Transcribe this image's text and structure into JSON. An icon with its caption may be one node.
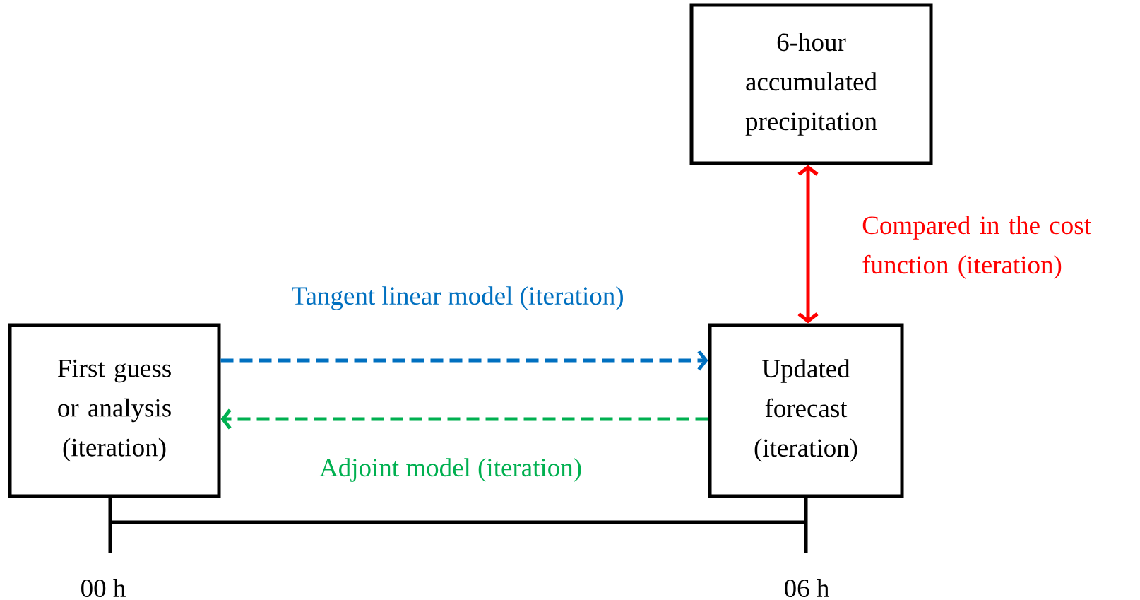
{
  "diagram": {
    "nodes": [
      {
        "text": [
          "First guess or analysis (iteration)"
        ]
      },
      {
        "text": [
          "Updated forecast (iteration)"
        ]
      },
      {
        "text": [
          "6-hour accumulated precipitation"
        ]
      }
    ],
    "edges": [
      {
        "from": 0,
        "to": 1,
        "arrow": "to",
        "style": "dashed",
        "color": "#0070c0",
        "label": "Tangent linear model (iteration)"
      },
      {
        "from": 1,
        "to": 0,
        "arrow": "to",
        "style": "dashed",
        "color": "#00b050",
        "label": "Adjoint model (iteration)"
      },
      {
        "from": 1,
        "to": 2,
        "arrow": "both",
        "color": "#ff0000",
        "label": "Compared in the cost function (iteration)"
      },
      {
        "from": 0,
        "to": 1,
        "arrow": "none",
        "color": "#000000"
      }
    ],
    "labels": [
      "00 h",
      "06 h"
    ]
  }
}
